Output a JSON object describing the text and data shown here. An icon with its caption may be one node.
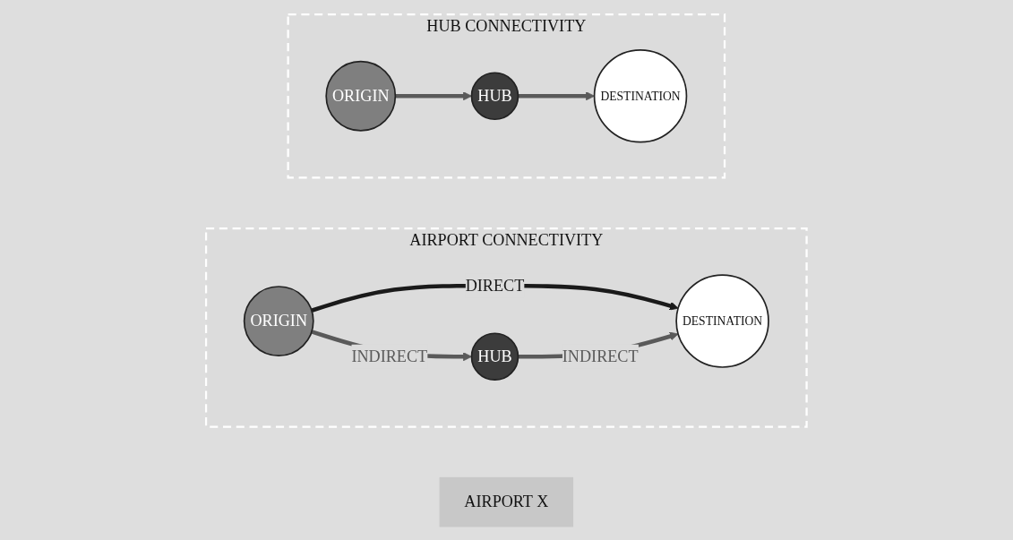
{
  "diagram": {
    "nodes": [
      {
        "text": [
          "AIRPORT X"
        ]
      },
      {
        "text": [
          "AIRPORT CONNECTIVITY"
        ]
      },
      {
        "text": [
          "ORIGIN"
        ],
        "in": 1
      },
      {
        "text": [
          "HUB"
        ],
        "in": 1
      },
      {
        "text": [
          "DESTINATION"
        ],
        "in": 1
      },
      {
        "text": [
          "HUB CONNECTIVITY"
        ]
      },
      {
        "text": [
          "ORIGIN"
        ],
        "in": 5
      },
      {
        "text": [
          "HUB"
        ],
        "in": 5
      },
      {
        "text": [
          "DESTINATION"
        ],
        "in": 5
      }
    ],
    "edges": [
      {
        "from": 2,
        "to": 4,
        "arrow": "to",
        "label": "DIRECT",
        "color": "#1a1a1a"
      },
      {
        "from": 2,
        "to": 3,
        "arrow": "to",
        "label": "INDIRECT"
      },
      {
        "from": 3,
        "to": 4,
        "arrow": "to",
        "label": "INDIRECT"
      },
      {
        "from": 6,
        "to": 7,
        "arrow": "to"
      },
      {
        "from": 7,
        "to": 8,
        "arrow": "to"
      }
    ]
  }
}
